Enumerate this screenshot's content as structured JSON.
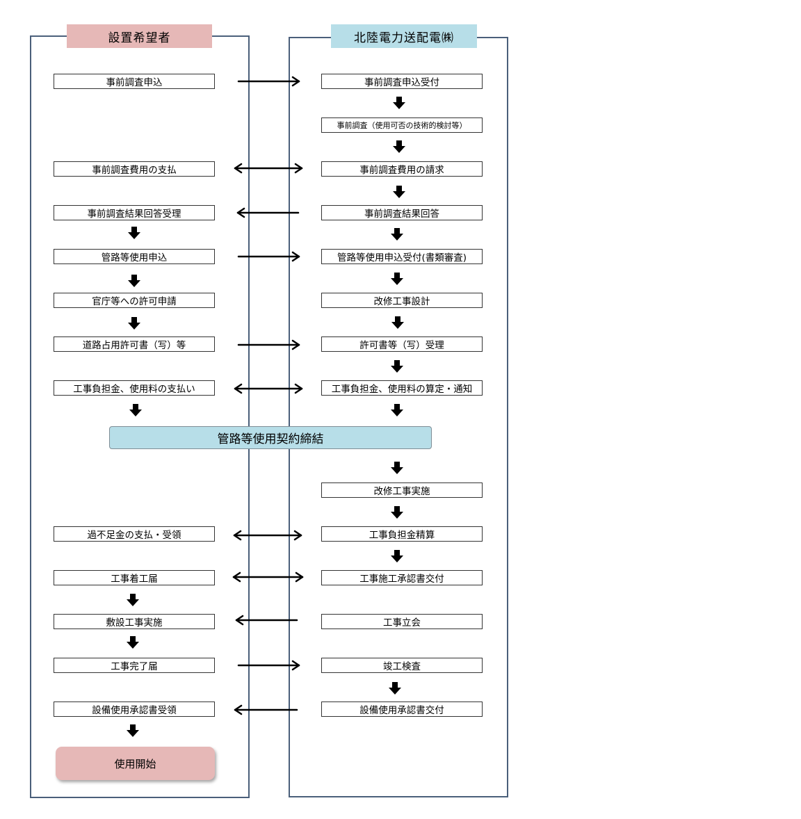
{
  "headers": {
    "left": "設置希望者",
    "right": "北陸電力送配電㈱"
  },
  "left_steps": [
    "事前調査申込",
    "事前調査費用の支払",
    "事前調査結果回答受理",
    "管路等使用申込",
    "官庁等への許可申請",
    "道路占用許可書（写）等",
    "工事負担金、使用料の支払い",
    "過不足金の支払・受領",
    "工事着工届",
    "敷設工事実施",
    "工事完了届",
    "設備使用承認書受領"
  ],
  "right_steps": [
    "事前調査申込受付",
    "事前調査（使用可否の技術的検討等）",
    "事前調査費用の請求",
    "事前調査結果回答",
    "管路等使用申込受付(書類審査)",
    "改修工事設計",
    "許可書等（写）受理",
    "工事負担金、使用料の算定・通知",
    "改修工事実施",
    "工事負担金精算",
    "工事施工承認書交付",
    "工事立会",
    "竣工検査",
    "設備使用承認書交付"
  ],
  "contract": "管路等使用契約締結",
  "start": "使用開始",
  "colors": {
    "left_header": "#e6b8b7",
    "right_header": "#b7dee8",
    "lane_border": "#4a5f7a"
  }
}
